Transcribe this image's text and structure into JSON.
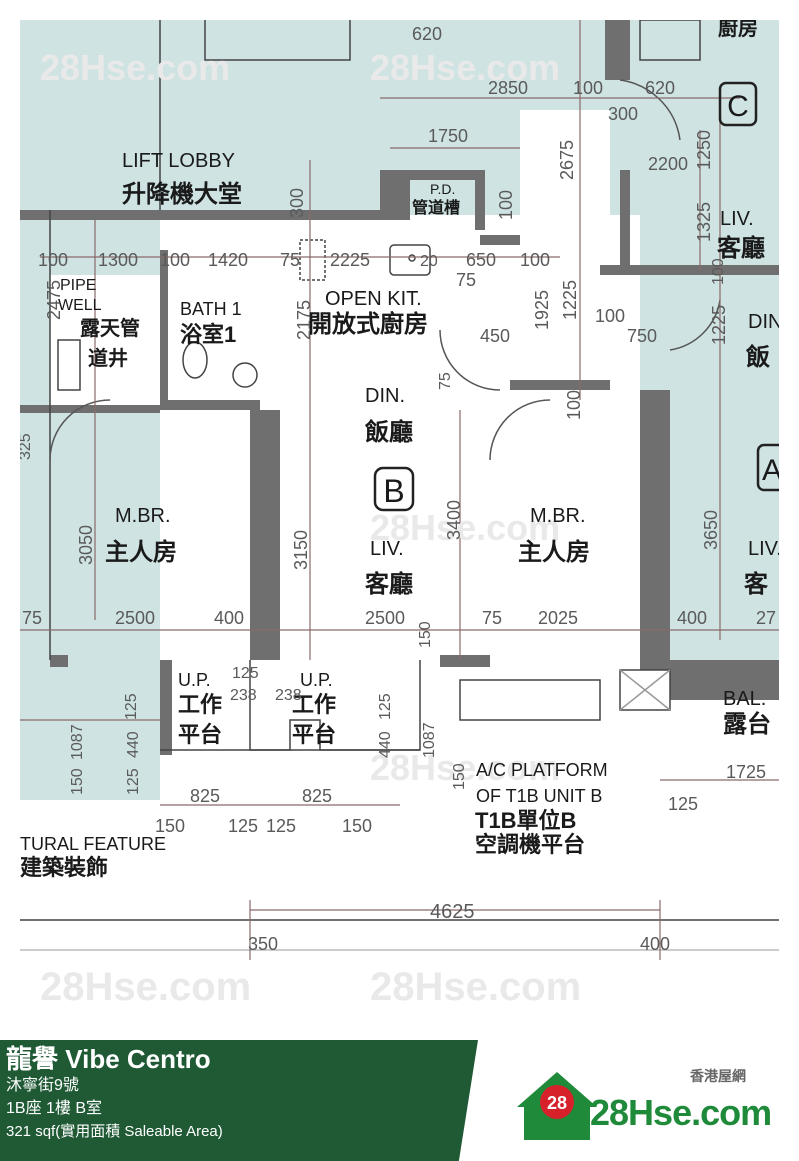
{
  "property": {
    "name": "龍譽 Vibe Centro",
    "address": "沐寧街9號",
    "unit": "1B座 1樓 B室",
    "area": "321 sqf(實用面積 Saleable Area)"
  },
  "brand": {
    "logo_text": "28Hse.com",
    "tagline": "香港屋網",
    "badge": "28",
    "watermark": "28Hse.com"
  },
  "colors": {
    "room_fill": "#cfe3e3",
    "wall": "#6f6f6f",
    "dimension": "#7a5a5a",
    "footer_bg": "#1f5a35",
    "brand_green": "#1e8a3a",
    "brand_red": "#d6212a"
  },
  "floorplan": {
    "unit_marks": {
      "b": "B",
      "a": "A",
      "c": "C"
    },
    "rooms": {
      "lift_lobby_en": "LIFT LOBBY",
      "lift_lobby_zh": "升降機大堂",
      "pd_en": "P.D.",
      "pd_zh": "管道槽",
      "pipe_well_en1": "PIPE",
      "pipe_well_en2": "WELL",
      "pipe_well_zh1": "露天管",
      "pipe_well_zh2": "道井",
      "bath_en": "BATH 1",
      "bath_zh": "浴室1",
      "kitchen_en": "OPEN KIT.",
      "kitchen_zh": "開放式廚房",
      "din_en": "DIN.",
      "din_zh": "飯廳",
      "liv_en": "LIV.",
      "liv_zh": "客廳",
      "mbr_left_en": "M.BR.",
      "mbr_left_zh": "主人房",
      "mbr_right_en": "M.BR.",
      "mbr_right_zh": "主人房",
      "up_en": "U.P.",
      "up_zh1": "工作",
      "up_zh2": "平台",
      "up2_en": "U.P.",
      "up2_zh1": "工作",
      "up2_zh2": "平台",
      "ac_en1": "A/C PLATFORM",
      "ac_en2": "OF T1B UNIT B",
      "ac_zh1": "T1B單位B",
      "ac_zh2": "空調機平台",
      "feature_en": "TURAL FEATURE",
      "feature_zh": "建築裝飾",
      "bal_en": "BAL.",
      "bal_zh": "露台",
      "liv_c_en": "LIV.",
      "liv_c_zh": "客廳",
      "din_a_en": "DIN",
      "din_a_zh": "飯",
      "liv_a_en": "LIV.",
      "liv_a_zh": "客",
      "top_right_zh": "廚房"
    },
    "dimensions": {
      "d620a": "620",
      "d2850": "2850",
      "d100a": "100",
      "d620b": "620",
      "d300": "300",
      "d1750": "1750",
      "d2675": "2675",
      "d2200": "2200",
      "d1250": "1250",
      "d1325": "1325",
      "d300v": "300",
      "d100v": "100",
      "d100b": "100",
      "d1300": "1300",
      "d100c": "100",
      "d1420": "1420",
      "d75a": "75",
      "d2225": "2225",
      "d20": "20",
      "d650": "650",
      "d100d": "100",
      "d75b": "75",
      "d2475": "2475",
      "d2175": "2175",
      "d1925": "1925",
      "d1225": "1225",
      "d450": "450",
      "d100e": "100",
      "d750": "750",
      "d1225b": "1225",
      "d100f": "100",
      "d75c": "75",
      "d100g": "100",
      "d3400": "3400",
      "d3050": "3050",
      "d3150": "3150",
      "d3650": "3650",
      "d325": "325",
      "d75d": "75",
      "d2500a": "2500",
      "d400a": "400",
      "d2500b": "2500",
      "d75e": "75",
      "d2025": "2025",
      "d400b": "400",
      "d27": "27",
      "d150a": "150",
      "d125a": "125",
      "d238a": "238",
      "d238b": "238",
      "d125b": "125",
      "d1087a": "1087",
      "d440a": "440",
      "d125c": "125",
      "d150b": "150",
      "d1087b": "1087",
      "d440b": "440",
      "d150c": "150",
      "d125d": "125",
      "d825a": "825",
      "d825b": "825",
      "d150d": "150",
      "d125e": "125",
      "d125f": "125",
      "d150e": "150",
      "d1725": "1725",
      "d125g": "125",
      "d4625": "4625",
      "d350": "350",
      "d400c": "400"
    }
  }
}
